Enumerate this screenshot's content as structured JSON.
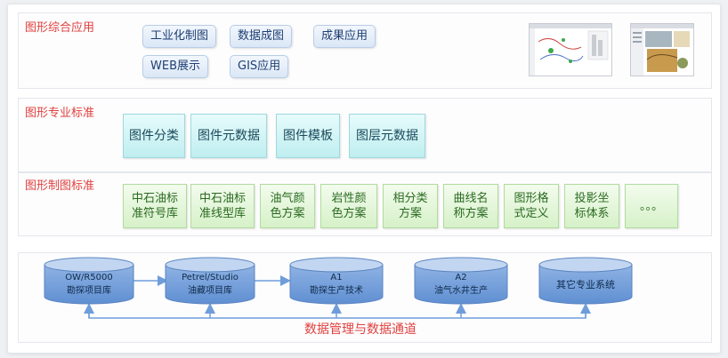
{
  "sections": {
    "application": {
      "title": "图形综合应用",
      "items": [
        "工业化制图",
        "数据成图",
        "成果应用",
        "WEB展示",
        "GIS应用"
      ]
    },
    "standard": {
      "title": "图形专业标准",
      "items": [
        "图件分类",
        "图件元数据",
        "图件模板",
        "图层元数据"
      ]
    },
    "drawing_standard": {
      "title": "图形制图标准",
      "items": [
        "中石油标\n准符号库",
        "中石油标\n准线型库",
        "油气颜\n色方案",
        "岩性颜\n色方案",
        "相分类\n方案",
        "曲线名\n称方案",
        "图形格\n式定义",
        "投影坐\n标体系",
        "。。。"
      ]
    }
  },
  "databases": [
    {
      "label": "OW/R5000\n勘探项目库"
    },
    {
      "label": "Petrel/Studio\n油藏项目库"
    },
    {
      "label": "A1\n勘探生产技术"
    },
    {
      "label": "A2\n油气水井生产"
    },
    {
      "label": "其它专业系统"
    }
  ],
  "caption": "数据管理与数据通道",
  "colors": {
    "title_red": "#e0403e",
    "cylinder_top": "#b4cdee",
    "cylinder_body": "#6f9ddb",
    "arrow": "#6f9ddb"
  }
}
